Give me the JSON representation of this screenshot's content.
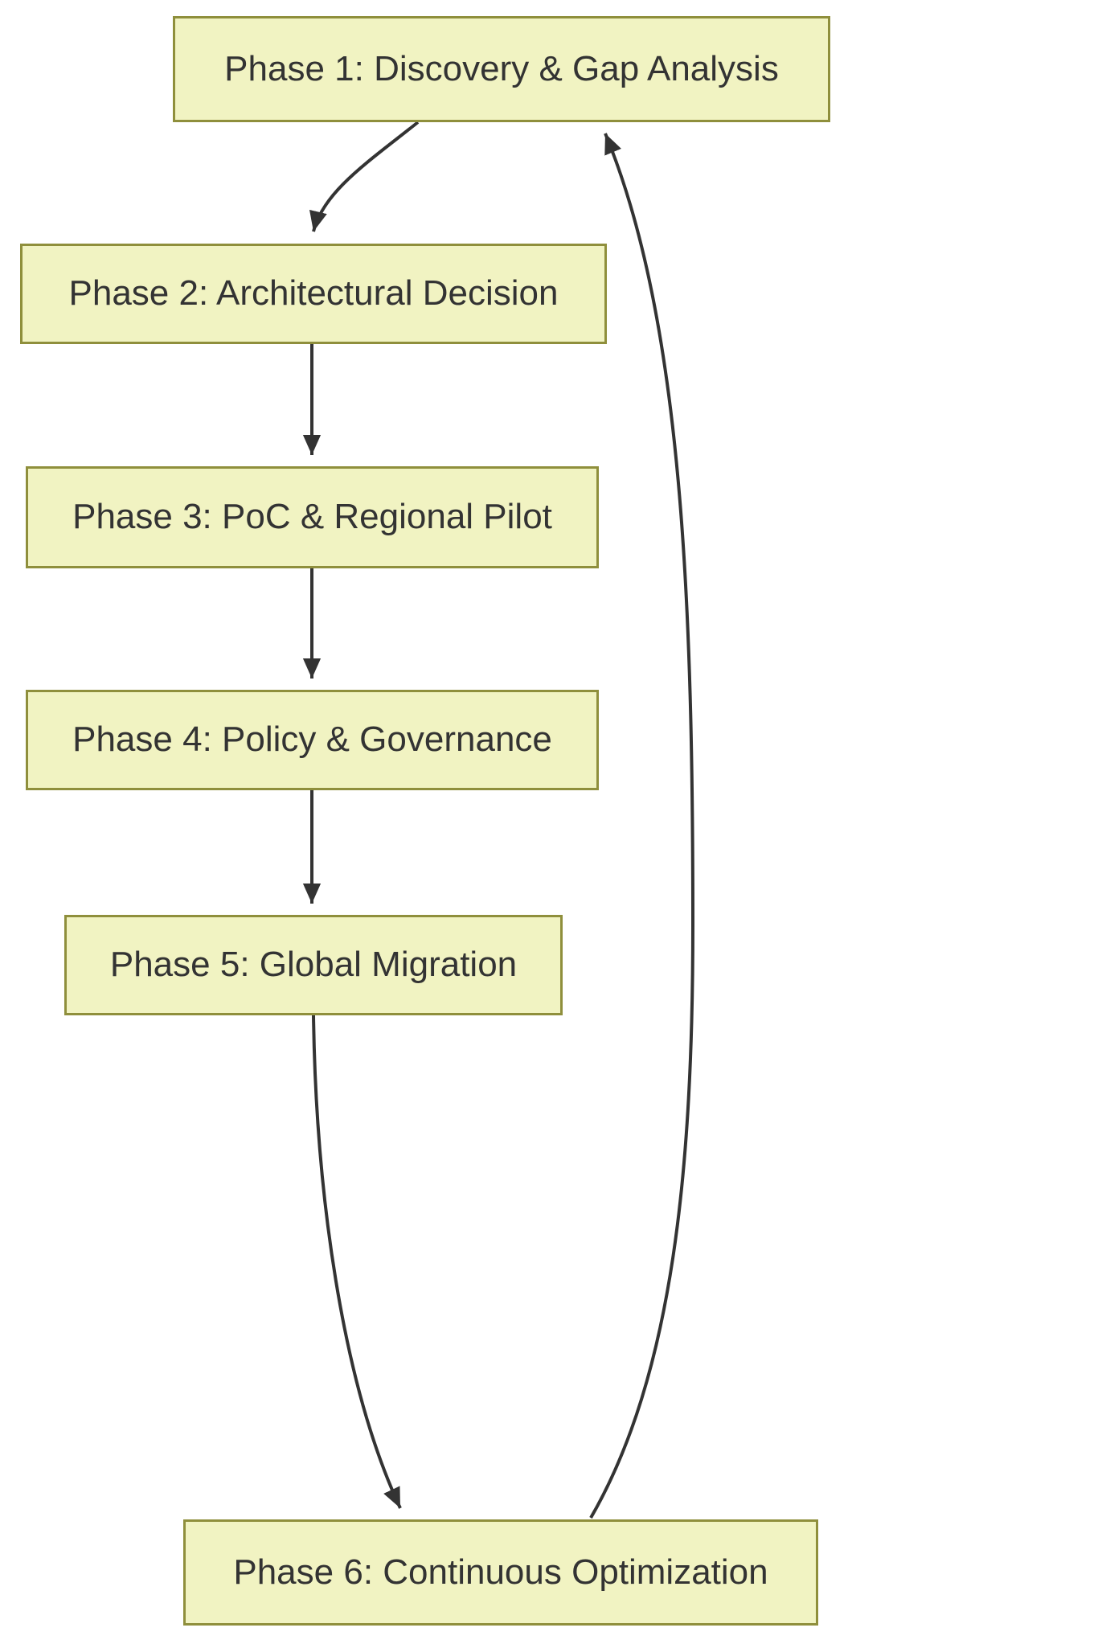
{
  "diagram": {
    "type": "flowchart",
    "direction": "top-down-with-feedback-loop",
    "nodes": [
      {
        "id": "phase1",
        "label": "Phase 1: Discovery & Gap Analysis"
      },
      {
        "id": "phase2",
        "label": "Phase 2: Architectural Decision"
      },
      {
        "id": "phase3",
        "label": "Phase 3: PoC & Regional Pilot"
      },
      {
        "id": "phase4",
        "label": "Phase 4: Policy & Governance"
      },
      {
        "id": "phase5",
        "label": "Phase 5: Global Migration"
      },
      {
        "id": "phase6",
        "label": "Phase 6: Continuous Optimization"
      }
    ],
    "edges": [
      {
        "from": "phase1",
        "to": "phase2"
      },
      {
        "from": "phase2",
        "to": "phase3"
      },
      {
        "from": "phase3",
        "to": "phase4"
      },
      {
        "from": "phase4",
        "to": "phase5"
      },
      {
        "from": "phase5",
        "to": "phase6"
      },
      {
        "from": "phase6",
        "to": "phase1"
      }
    ],
    "colors": {
      "node_fill": "#f1f3c2",
      "node_border": "#8f8f3c",
      "edge": "#333333",
      "text": "#333333",
      "background": "#ffffff"
    }
  }
}
